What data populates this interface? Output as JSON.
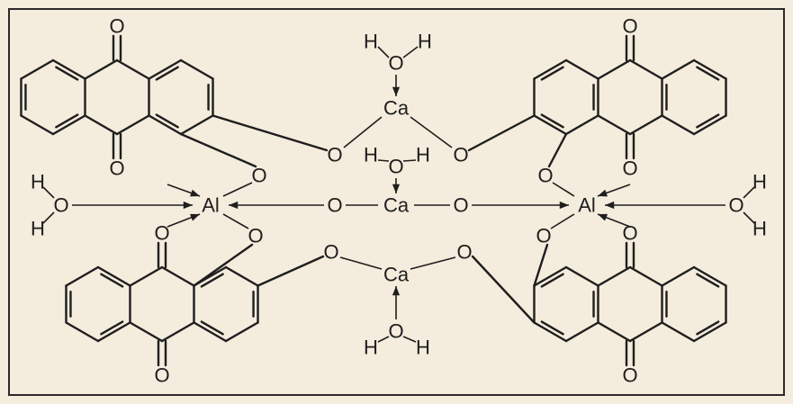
{
  "figure": {
    "symbols": {
      "metal_aluminium": "Al",
      "metal_calcium": "Ca",
      "oxygen": "O",
      "hydrogen": "H"
    },
    "colors": {
      "ink": "#1e1e1e",
      "paper": "#f4ecdc"
    }
  }
}
